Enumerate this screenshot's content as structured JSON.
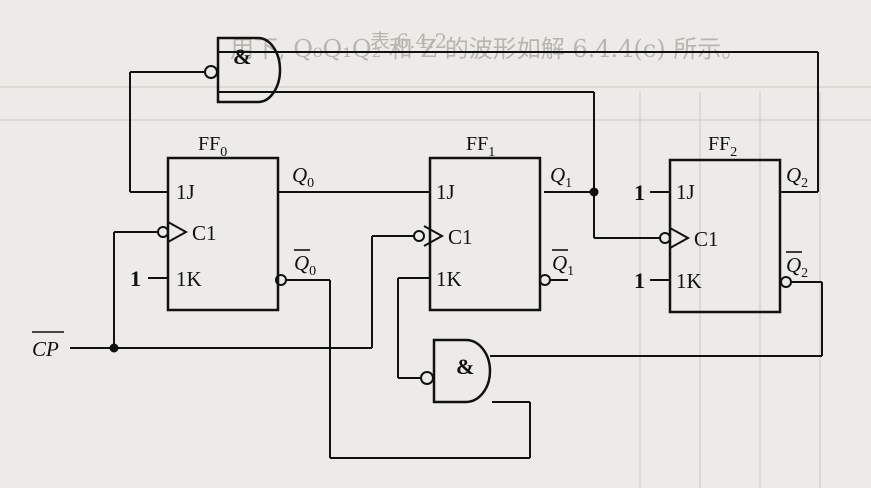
{
  "background": {
    "header_text": "用下, Q₀Q₁Q₂ 和 Z 的波形如解 6.4.4(c) 所示。",
    "table_title": "表 6.4.2"
  },
  "flip_flops": [
    {
      "name": "FF",
      "index": "0",
      "j": "1J",
      "clk": "C1",
      "k": "1K",
      "q": "Q",
      "qbar": "Q",
      "q_sub": "0",
      "k_const": "1"
    },
    {
      "name": "FF",
      "index": "1",
      "j": "1J",
      "clk": "C1",
      "k": "1K",
      "q": "Q",
      "qbar": "Q",
      "q_sub": "1"
    },
    {
      "name": "FF",
      "index": "2",
      "j": "1J",
      "clk": "C1",
      "k": "1K",
      "q": "Q",
      "qbar": "Q",
      "q_sub": "2",
      "j_const": "1",
      "k_const": "1"
    }
  ],
  "gates": {
    "top": "&",
    "bottom": "&"
  },
  "clock": {
    "label": "CP"
  },
  "colors": {
    "ink": "#111111",
    "paper": "#ecebe7",
    "bleed": "#b7b5b0"
  }
}
